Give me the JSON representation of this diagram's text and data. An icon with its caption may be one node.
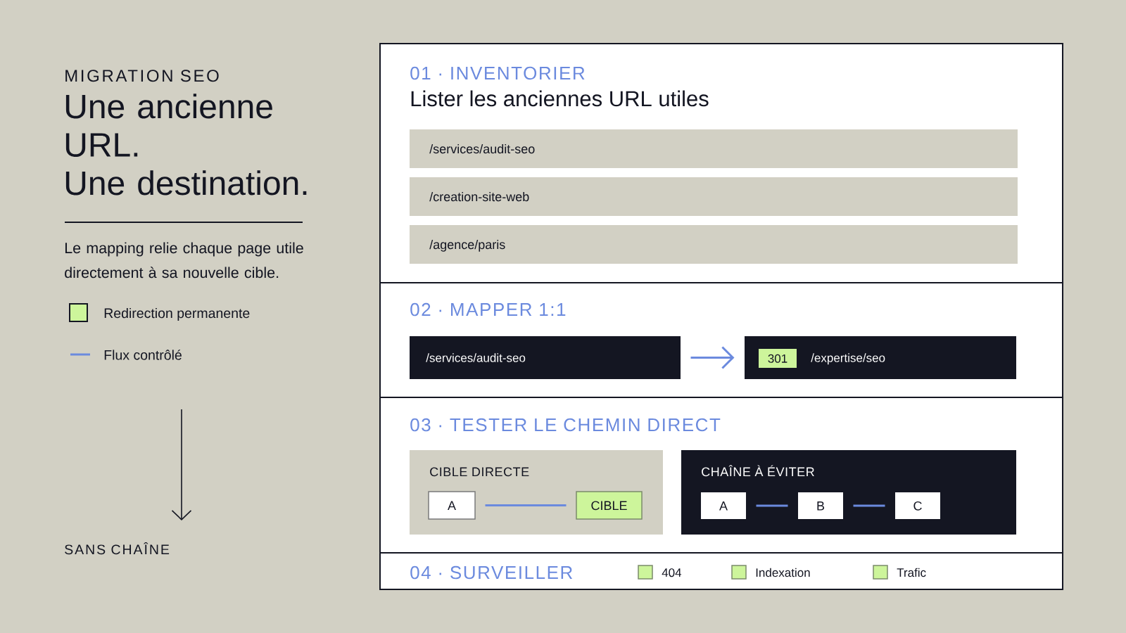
{
  "diagram": {
    "nodes": [
      {
        "text": [
          "01 · INVENTORIER",
          "Lister les anciennes URL utiles"
        ]
      },
      {
        "text": [
          "/services/audit-seo"
        ],
        "in": 0
      },
      {
        "text": [
          "/creation-site-web"
        ],
        "in": 0
      },
      {
        "text": [
          "/agence/paris"
        ],
        "in": 0
      },
      {
        "text": [
          "02 · MAPPER 1:1"
        ]
      },
      {
        "text": [
          "/services/audit-seo"
        ],
        "in": 4
      },
      {
        "text": [
          "/expertise/seo"
        ],
        "in": 4
      },
      {
        "text": [
          "301"
        ],
        "in": 6
      },
      {
        "text": [
          "03 · TESTER LE CHEMIN DIRECT"
        ]
      },
      {
        "text": [
          "CIBLE DIRECTE"
        ],
        "in": 8
      },
      {
        "text": [
          "A"
        ],
        "in": 9
      },
      {
        "text": [
          "CIBLE"
        ],
        "in": 9
      },
      {
        "text": [
          "CHAÎNE À ÉVITER"
        ],
        "in": 8
      },
      {
        "text": [
          "A"
        ],
        "in": 12
      },
      {
        "text": [
          "B"
        ],
        "in": 12
      },
      {
        "text": [
          "C"
        ],
        "in": 12
      },
      {
        "text": [
          "04 · SURVEILLER"
        ]
      }
    ],
    "edges": [
      {
        "from": 5,
        "to": 6,
        "arrow": "to"
      },
      {
        "from": 10,
        "to": 11,
        "arrow": "none"
      },
      {
        "from": 13,
        "to": 14,
        "arrow": "none"
      },
      {
        "from": 14,
        "to": 15,
        "arrow": "none"
      }
    ],
    "labels": [
      "MIGRATION SEO",
      "Une ancienne URL.",
      "Une destination.",
      "Le mapping relie chaque page utile directement à sa nouvelle cible.",
      "SANS CHAÎNE",
      "404",
      "Indexation",
      "Trafic"
    ],
    "legend": [
      {
        "text": "Redirection permanente",
        "color": "#cdf59b"
      },
      {
        "text": "Flux contrôlé"
      }
    ]
  }
}
